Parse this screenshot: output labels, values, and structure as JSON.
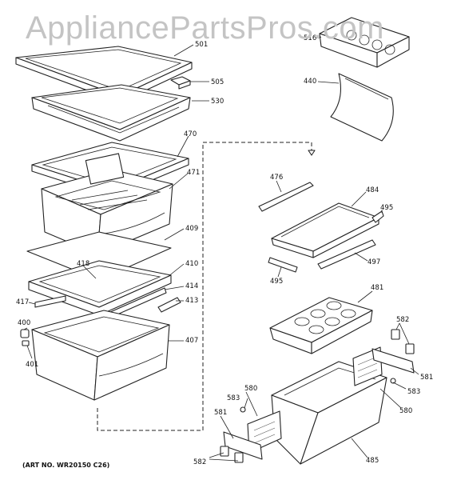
{
  "watermark": "AppliancePartsPros.com",
  "art_number": "(ART NO. WR20150 C26)",
  "labels": {
    "l501": "501",
    "l505": "505",
    "l530": "530",
    "l470": "470",
    "l471": "471",
    "l409": "409",
    "l418": "418",
    "l410": "410",
    "l414": "414",
    "l413": "413",
    "l417": "417",
    "l400": "400",
    "l401": "401",
    "l407": "407",
    "l516": "516",
    "l440": "440",
    "l476": "476",
    "l484": "484",
    "l495a": "495",
    "l495b": "495",
    "l497": "497",
    "l481": "481",
    "l582a": "582",
    "l581a": "581",
    "l583a": "583",
    "l580a": "580",
    "l583b": "583",
    "l580b": "580",
    "l581b": "581",
    "l582b": "582",
    "l485": "485"
  }
}
